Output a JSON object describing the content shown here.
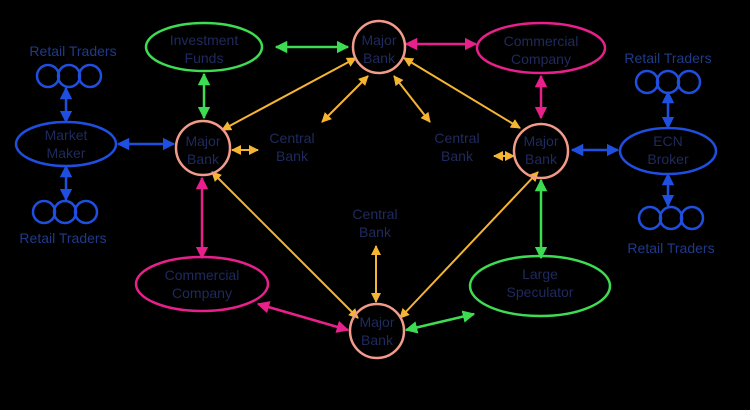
{
  "colors": {
    "background": "#000000",
    "bank": "#f29b8a",
    "green": "#3ddc53",
    "magenta": "#e8208c",
    "blue": "#1f4fe0",
    "yellow": "#f5b533",
    "text": "#1f2a5e"
  },
  "nodes": {
    "investment_funds": {
      "line1": "Investment",
      "line2": "Funds"
    },
    "bank_top": {
      "line1": "Major",
      "line2": "Bank"
    },
    "commercial_company_top": {
      "line1": "Commercial",
      "line2": "Company"
    },
    "bank_left": {
      "line1": "Major",
      "line2": "Bank"
    },
    "bank_right": {
      "line1": "Major",
      "line2": "Bank"
    },
    "market_maker": {
      "line1": "Market",
      "line2": "Maker"
    },
    "ecn_broker": {
      "line1": "ECN",
      "line2": "Broker"
    },
    "commercial_company_bottom": {
      "line1": "Commercial",
      "line2": "Company"
    },
    "bank_bottom": {
      "line1": "Major",
      "line2": "Bank"
    },
    "large_speculator": {
      "line1": "Large",
      "line2": "Speculator"
    }
  },
  "central_banks": {
    "left": {
      "line1": "Central",
      "line2": "Bank"
    },
    "right": {
      "line1": "Central",
      "line2": "Bank"
    },
    "center": {
      "line1": "Central",
      "line2": "Bank"
    }
  },
  "retail_traders": {
    "top_left": "Retail Traders",
    "bottom_left": "Retail Traders",
    "top_right": "Retail Traders",
    "bottom_right": "Retail Traders"
  }
}
